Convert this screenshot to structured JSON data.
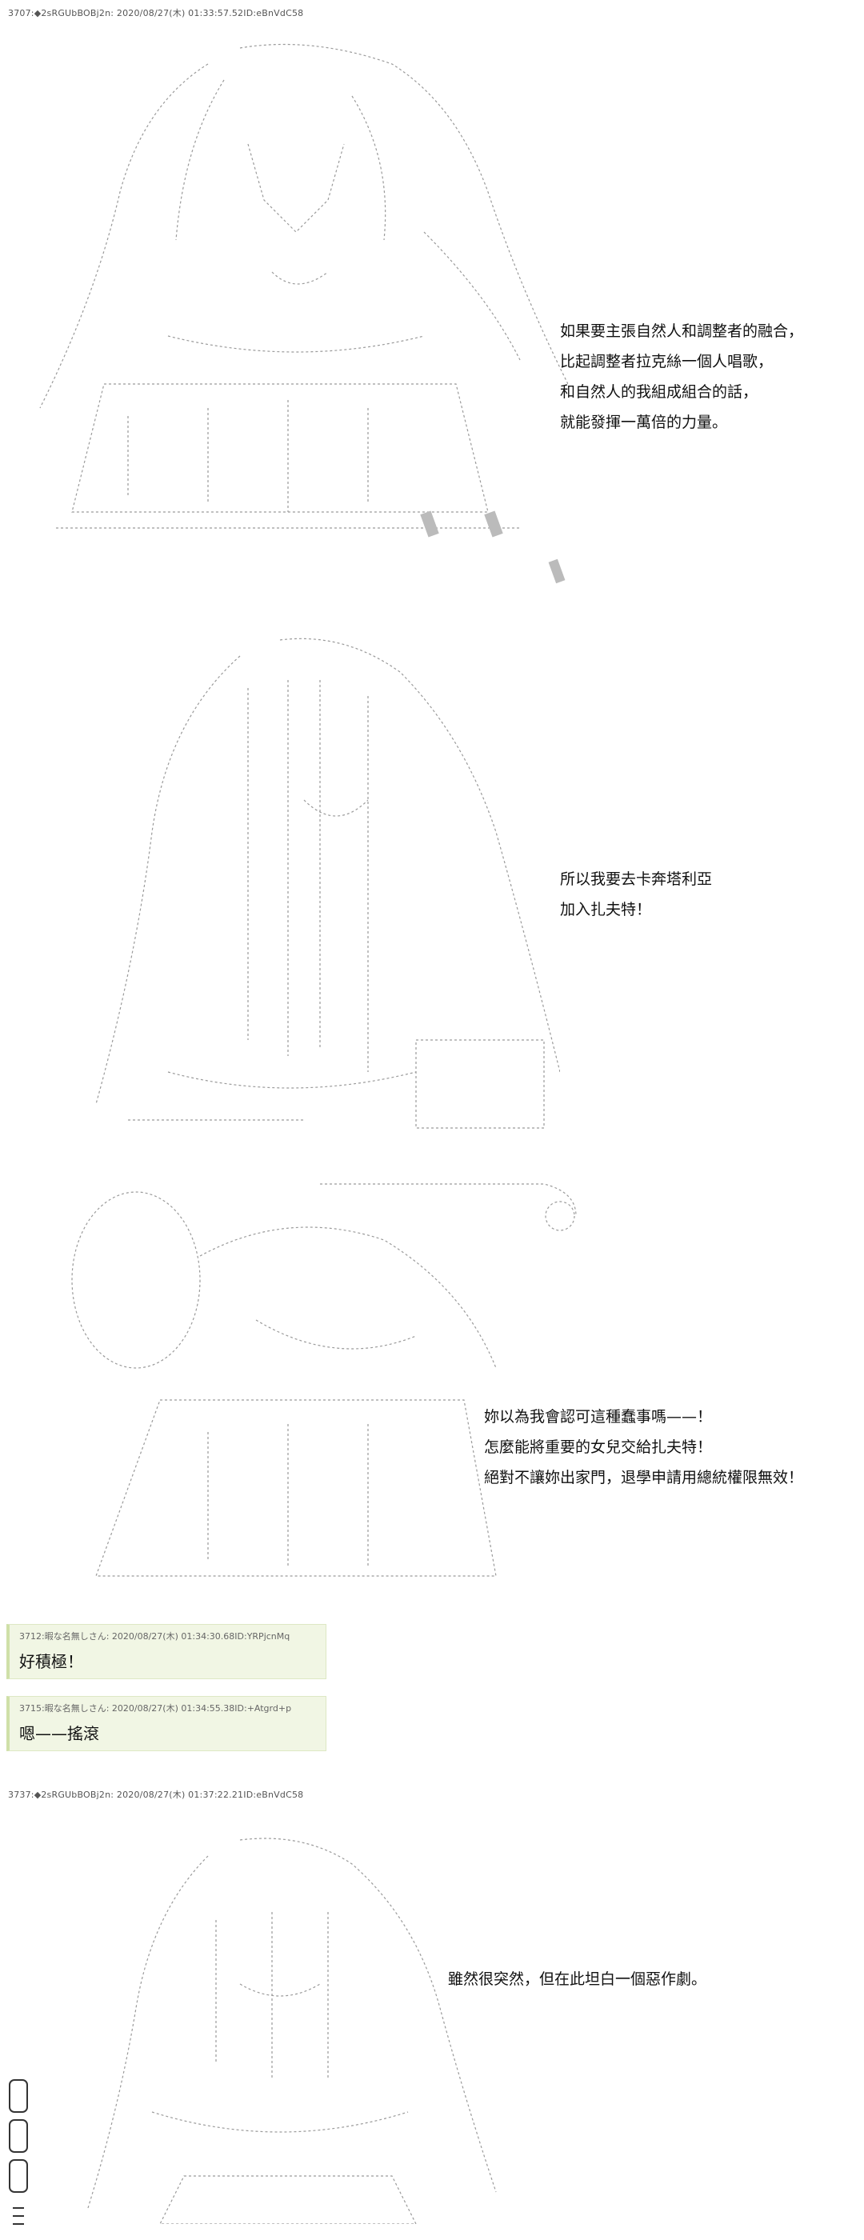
{
  "posts": [
    {
      "header": "3707:◆2sRGUbBOBj2n: 2020/08/27(木) 01:33:57.52ID:eBnVdC58",
      "caption_lines": [
        "如果要主張自然人和調整者的融合，",
        "比起調整者拉克絲一個人唱歌，",
        "和自然人的我組成組合的話，",
        "就能發揮一萬倍的力量。"
      ]
    },
    {
      "caption_lines": [
        "所以我要去卡奔塔利亞",
        "加入扎夫特！"
      ]
    },
    {
      "caption_lines": [
        "妳以為我會認可這種蠢事嗎——！",
        "怎麼能將重要的女兒交給扎夫特！",
        "絕對不讓妳出家門，退學申請用總統權限無效！"
      ]
    },
    {
      "header": "3737:◆2sRGUbBOBj2n: 2020/08/27(木) 01:37:22.21ID:eBnVdC58",
      "caption_lines": [
        "雖然很突然，但在此坦白一個惡作劇。"
      ]
    }
  ],
  "replies": [
    {
      "header": "3712:暇な名無しさん: 2020/08/27(木) 01:34:30.68ID:YRPjcnMq",
      "text": "好積極！"
    },
    {
      "header": "3715:暇な名無しさん: 2020/08/27(木) 01:34:55.38ID:+Atgrd+p",
      "text": "嗯——搖滾"
    }
  ],
  "colors": {
    "reply_bg": "#f1f6e4",
    "reply_border": "#cfe0a8",
    "text": "#111111"
  }
}
